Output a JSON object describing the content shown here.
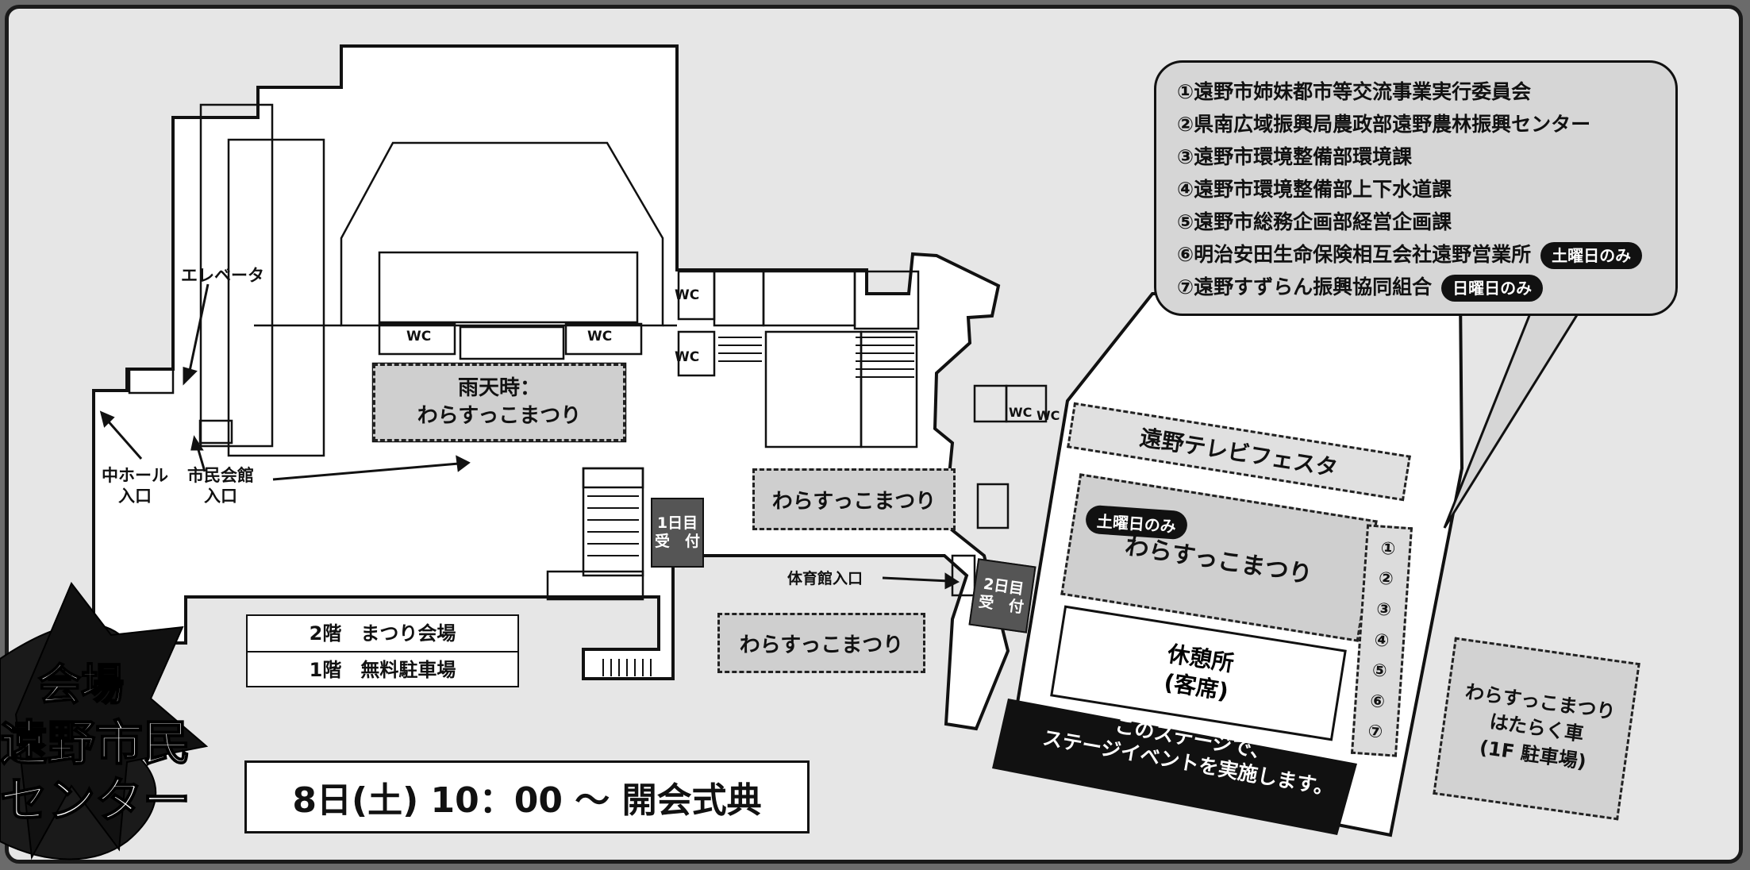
{
  "legend": {
    "items": [
      "①遠野市姉妹都市等交流事業実行委員会",
      "②県南広域振興局農政部遠野農林振興センター",
      "③遠野市環境整備部環境課",
      "④遠野市環境整備部上下水道課",
      "⑤遠野市総務企画部経営企画課",
      "⑥明治安田生命保険相互会社遠野営業所",
      "⑦遠野すずらん振興協同組合"
    ],
    "saturday_only": "土曜日のみ",
    "sunday_only": "日曜日のみ"
  },
  "map": {
    "wc": "WC",
    "elevator": "エレベータ",
    "middle_hall_entrance": "中ホール\n入口",
    "civic_hall_entrance": "市民会館\n入口",
    "rain_venue": "雨天時：\nわらすっこまつり",
    "festival": "わらすっこまつり",
    "reception_day1": "1日目\n受　付",
    "reception_day2": "2日目\n受　付",
    "gym_entrance": "体育館入口",
    "tv_festa": "遠野テレビフェスタ",
    "saturday_only": "土曜日のみ",
    "rest_area": "休憩所\n(客席)",
    "stage_event": "このステージで、\nステージイベントを実施します。",
    "booth_numbers": [
      "①",
      "②",
      "③",
      "④",
      "⑤",
      "⑥",
      "⑦"
    ],
    "working_vehicles": "わらすっこまつり\nはたらく車\n(1F 駐車場)"
  },
  "floors": {
    "floor2": "2階　まつり会場",
    "floor1": "1階　無料駐車場"
  },
  "opening": "8日(土)  10：00 ～ 開会式典",
  "venue": {
    "label": "会場",
    "name_line1": "遠野市民",
    "name_line2": "センター"
  },
  "colors": {
    "background": "#e6e6e6",
    "dashed_area": "#cfcfcf",
    "reception": "#555555",
    "stage_band": "#111111"
  }
}
